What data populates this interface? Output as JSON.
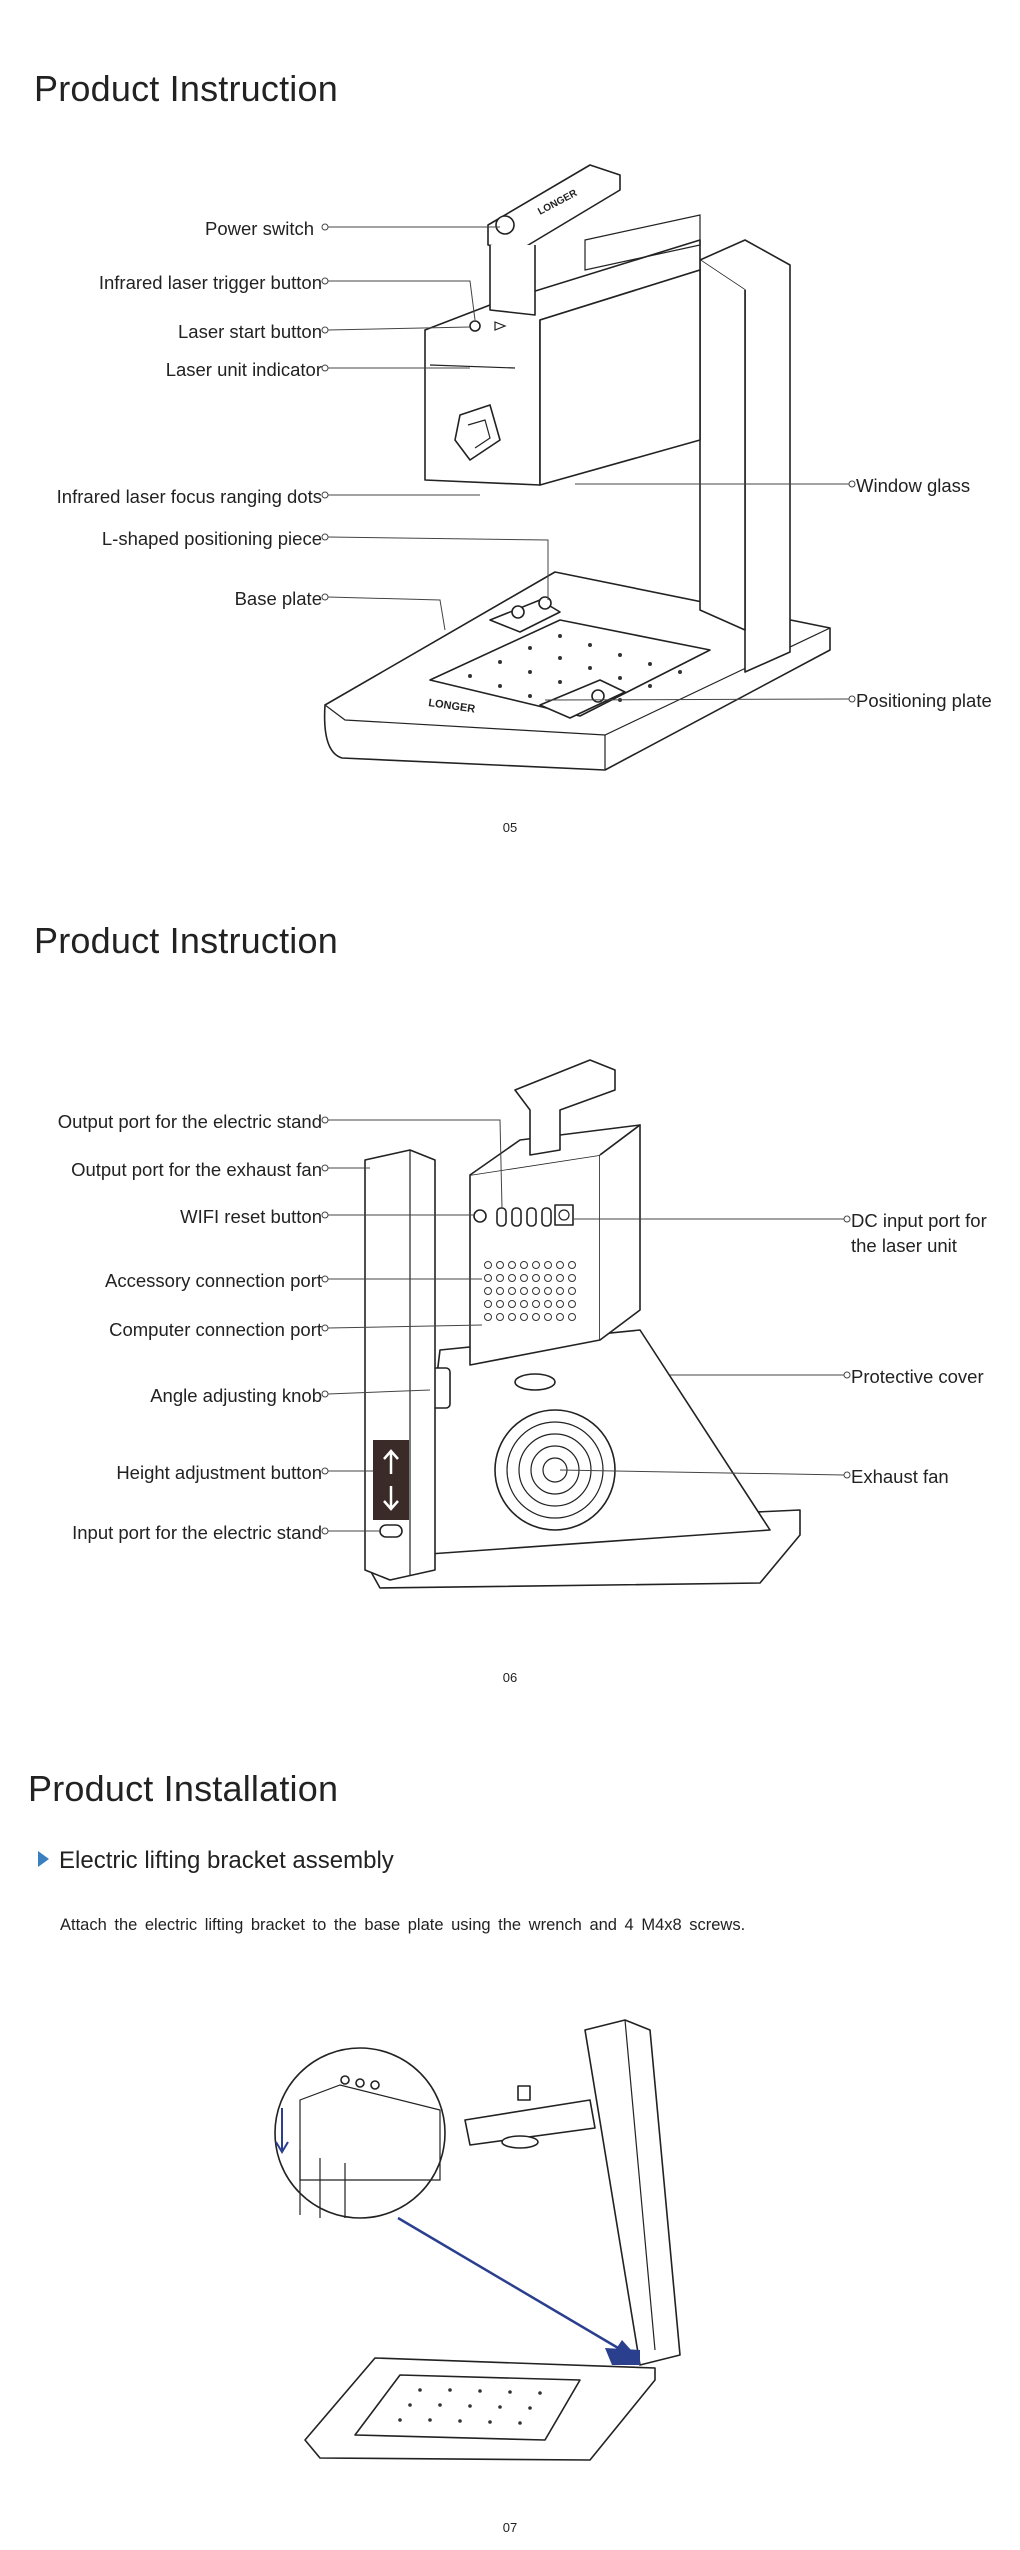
{
  "pages": [
    {
      "title": "Product Instruction",
      "page_number": "05",
      "labels": {
        "power_switch": "Power  switch",
        "ir_trigger": "Infrared laser trigger button",
        "laser_start": "Laser start button",
        "laser_indicator": "Laser unit  indicator",
        "focus_dots": "Infrared laser focus ranging dots",
        "l_piece": "L-shaped positioning piece",
        "base_plate": "Base plate",
        "window_glass": "Window glass",
        "positioning_plate": "Positioning plate"
      }
    },
    {
      "title": "Product Instruction",
      "page_number": "06",
      "labels": {
        "output_stand": "Output port for the electric stand",
        "output_fan": "Output port for the exhaust fan",
        "wifi_reset": "WIFI reset button",
        "accessory_port": "Accessory connection port",
        "computer_port": "Computer connection port",
        "angle_knob": "Angle adjusting knob",
        "height_button": "Height adjustment button",
        "input_stand": "Input port for the electric stand",
        "dc_input_1": "DC input port for",
        "dc_input_2": "the laser unit",
        "protective_cover": "Protective cover",
        "exhaust_fan": "Exhaust fan"
      }
    },
    {
      "title": "Product Installation",
      "page_number": "07",
      "section_heading": "Electric lifting bracket assembly",
      "instruction": "Attach  the  electric  lifting  bracket  to  the  base  plate using the wrench and 4 M4x8 screws."
    }
  ],
  "colors": {
    "text": "#222222",
    "accent_triangle": "#3a7fbf",
    "arrow_blue": "#2b3f8f",
    "panel_dark": "#3a2a28"
  },
  "icons": [
    "up-arrow-icon",
    "down-arrow-icon",
    "section-triangle-icon"
  ]
}
